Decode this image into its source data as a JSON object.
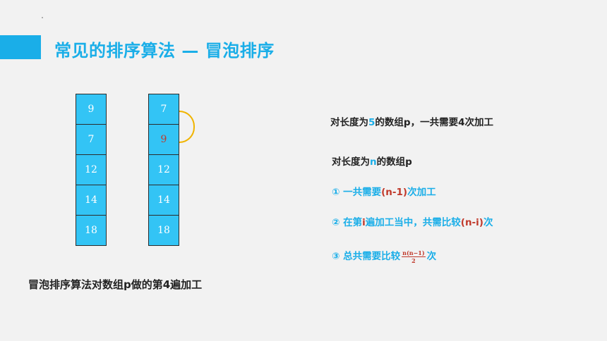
{
  "slide": {
    "title": "常见的排序算法 — 冒泡排序",
    "caption": "冒泡排序算法对数组p做的第4遍加工"
  },
  "columns": [
    {
      "cells": [
        "9",
        "7",
        "12",
        "14",
        "18"
      ]
    },
    {
      "cells": [
        "7",
        "9",
        "12",
        "14",
        "18"
      ],
      "highlight_index": 1
    }
  ],
  "right_panel": {
    "line1": {
      "a": "对长度为",
      "b": "5",
      "c": "的数组p，一共需要4次加工"
    },
    "line2": {
      "a": "对长度为",
      "b": "n",
      "c": "的数组p"
    },
    "point1": {
      "a": "① 一共需要",
      "b": "(n-1)",
      "c": "次加工"
    },
    "point2": {
      "a": "② 在第",
      "b": "i",
      "c": "遍加工当中，共需比较",
      "d": "(n-i)",
      "e": "次"
    },
    "point3": {
      "a": "③ 总共需要比较",
      "numerator": "n(n−1)",
      "denominator": "2",
      "c": "次"
    }
  },
  "colors": {
    "accent": "#1aaee8",
    "cell_fill": "#33c4f5",
    "highlight": "#c0392b",
    "brace": "#f0b400"
  }
}
